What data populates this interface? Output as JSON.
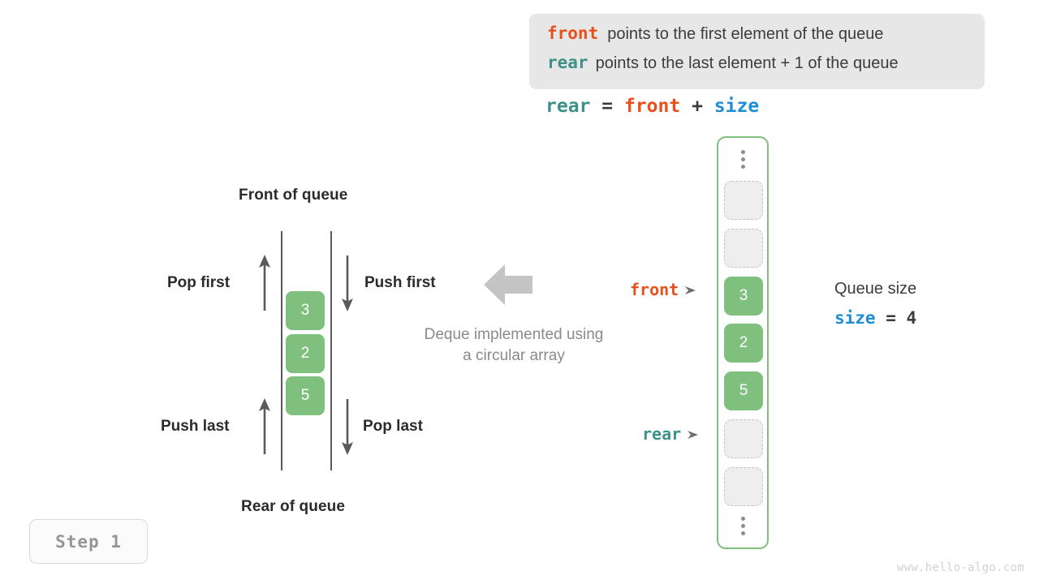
{
  "info_box": {
    "lines": [
      {
        "key": "front",
        "key_color": "#e8501c",
        "text": "points to the first element of the queue"
      },
      {
        "key": "rear",
        "key_color": "#3e9188",
        "text": "points to the last element + 1 of the queue"
      }
    ]
  },
  "formula": {
    "lhs": "rear",
    "eq": "=",
    "rhs1": "front",
    "plus": "+",
    "rhs2": "size"
  },
  "deque_diagram": {
    "top_label": "Front of queue",
    "bottom_label": "Rear of queue",
    "operations": {
      "pop_first": "Pop first",
      "push_first": "Push first",
      "push_last": "Push last",
      "pop_last": "Pop last"
    },
    "cells": [
      "3",
      "2",
      "5"
    ],
    "caption_line1": "Deque implemented using",
    "caption_line2": "a circular array"
  },
  "circular_array": {
    "slots": [
      {
        "type": "dots",
        "value": ""
      },
      {
        "type": "empty",
        "value": ""
      },
      {
        "type": "empty",
        "value": ""
      },
      {
        "type": "filled",
        "value": "3"
      },
      {
        "type": "filled",
        "value": "2"
      },
      {
        "type": "filled",
        "value": "5"
      },
      {
        "type": "empty",
        "value": ""
      },
      {
        "type": "empty",
        "value": ""
      },
      {
        "type": "dots",
        "value": ""
      }
    ],
    "pointers": {
      "front": "front",
      "rear": "rear"
    }
  },
  "queue_size": {
    "title": "Queue size",
    "var": "size",
    "eq": "=",
    "value": "4"
  },
  "step_badge": {
    "label": "Step 1"
  },
  "watermark": {
    "text": "www.hello-algo.com"
  },
  "colors": {
    "front": "#e8501c",
    "rear": "#3e9188",
    "size": "#1e8fd5",
    "cell_green": "#7fc07f",
    "array_border": "#7fc07f",
    "info_bg": "#e7e7e7",
    "muted_text": "#8a8a8a"
  }
}
